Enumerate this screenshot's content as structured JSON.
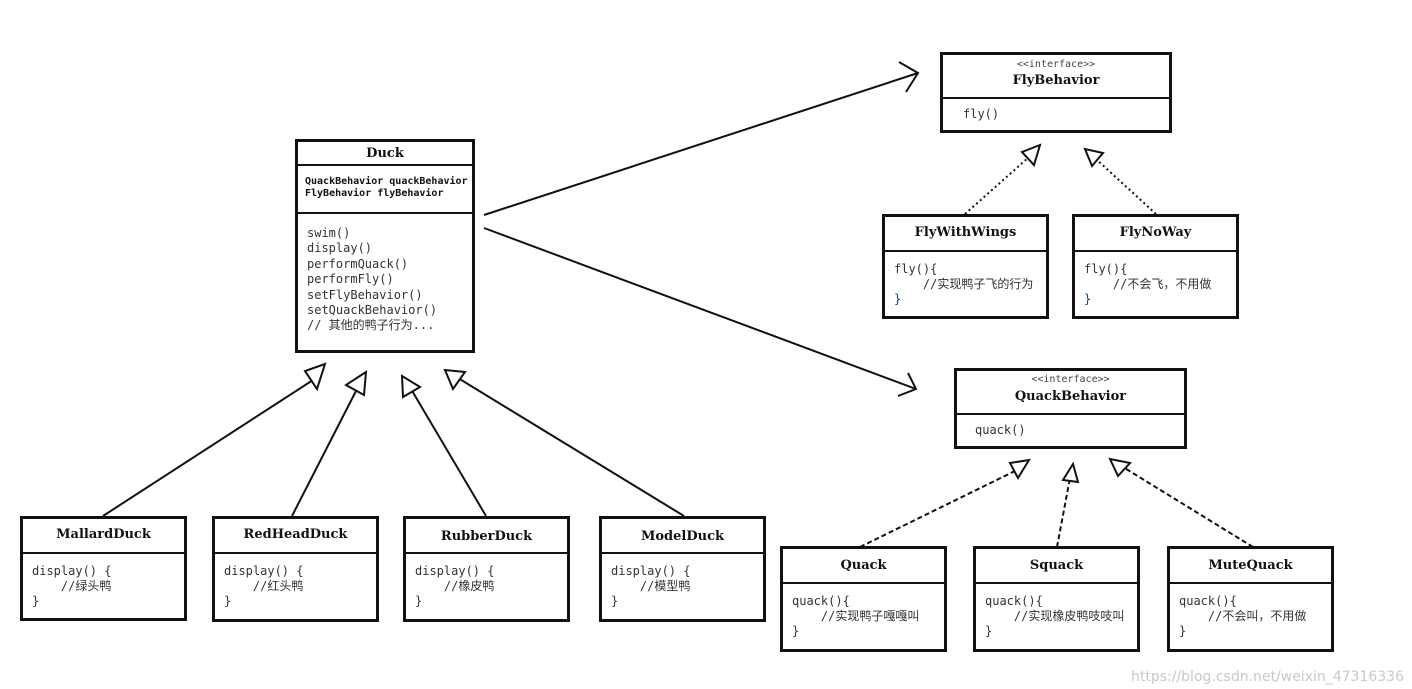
{
  "duck": {
    "name": "Duck",
    "fields": [
      "QuackBehavior quackBehavior",
      "FlyBehavior flyBehavior"
    ],
    "methods": [
      "swim()",
      "display()",
      "performQuack()",
      "performFly()",
      "setFlyBehavior()",
      "setQuackBehavior()",
      "// 其他的鸭子行为..."
    ]
  },
  "subclasses": [
    {
      "name": "MallardDuck",
      "line1": "display() {",
      "line2": "    //绿头鸭",
      "close": "}"
    },
    {
      "name": "RedHeadDuck",
      "line1": "display() {",
      "line2": "    //红头鸭",
      "close": "}"
    },
    {
      "name": "RubberDuck",
      "line1": "display() {",
      "line2": "    //橡皮鸭",
      "close": "}"
    },
    {
      "name": "ModelDuck",
      "line1": "display() {",
      "line2": "    //模型鸭",
      "close": "}"
    }
  ],
  "fly_behavior": {
    "stereotype": "<<interface>>",
    "name": "FlyBehavior",
    "method": "fly()"
  },
  "quack_behavior": {
    "stereotype": "<<interface>>",
    "name": "QuackBehavior",
    "method": "quack()"
  },
  "fly_impls": [
    {
      "name": "FlyWithWings",
      "line1": "fly(){",
      "line2": "    //实现鸭子飞的行为",
      "close": "}"
    },
    {
      "name": "FlyNoWay",
      "line1": "fly(){",
      "line2": "    //不会飞，不用做",
      "close": "}"
    }
  ],
  "quack_impls": [
    {
      "name": "Quack",
      "line1": "quack(){",
      "line2": "    //实现鸭子嘎嘎叫",
      "close": "}"
    },
    {
      "name": "Squack",
      "line1": "quack(){",
      "line2": "    //实现橡皮鸭吱吱叫",
      "close": "}"
    },
    {
      "name": "MuteQuack",
      "line1": "quack(){",
      "line2": "    //不会叫，不用做",
      "close": "}"
    }
  ],
  "watermark": "https://blog.csdn.net/weixin_47316336"
}
